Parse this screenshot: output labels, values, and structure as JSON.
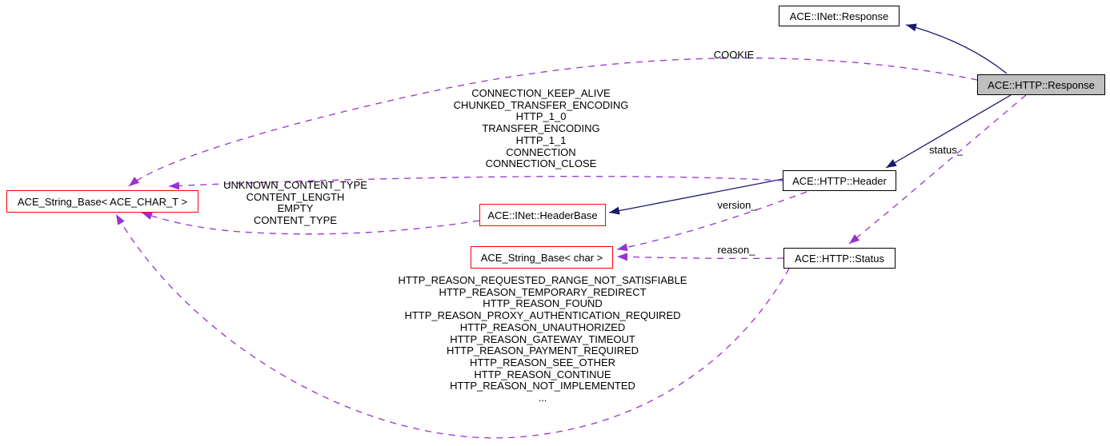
{
  "diagram_type": "collaboration-graph",
  "colors": {
    "inheritance_edge": "#191970",
    "usage_edge": "#9a32cd",
    "node_border": "#000000",
    "truncated_node_border": "#ff0000",
    "current_node_fill": "#bfbfbf",
    "background": "#ffffff"
  },
  "nodes": {
    "inet_response": {
      "label": "ACE::INet::Response"
    },
    "http_response": {
      "label": "ACE::HTTP::Response"
    },
    "http_header": {
      "label": "ACE::HTTP::Header"
    },
    "inet_headerbase": {
      "label": "ACE::INet::HeaderBase"
    },
    "string_base_char": {
      "label": "ACE_String_Base< char >"
    },
    "http_status": {
      "label": "ACE::HTTP::Status"
    },
    "string_base_ace_char_t": {
      "label": "ACE_String_Base< ACE_CHAR_T >"
    }
  },
  "edge_labels": {
    "cookie": [
      "COOKIE"
    ],
    "header_flags": [
      "CONNECTION_KEEP_ALIVE",
      "CHUNKED_TRANSFER_ENCODING",
      "HTTP_1_0",
      "TRANSFER_ENCODING",
      "HTTP_1_1",
      "CONNECTION",
      "CONNECTION_CLOSE"
    ],
    "headerbase_consts": [
      "UNKNOWN_CONTENT_TYPE",
      "CONTENT_LENGTH",
      "EMPTY",
      "CONTENT_TYPE"
    ],
    "status_reasons": [
      "HTTP_REASON_REQUESTED_RANGE_NOT_SATISFIABLE",
      "HTTP_REASON_TEMPORARY_REDIRECT",
      "HTTP_REASON_FOUND",
      "HTTP_REASON_PROXY_AUTHENTICATION_REQUIRED",
      "HTTP_REASON_UNAUTHORIZED",
      "HTTP_REASON_GATEWAY_TIMEOUT",
      "HTTP_REASON_PAYMENT_REQUIRED",
      "HTTP_REASON_SEE_OTHER",
      "HTTP_REASON_CONTINUE",
      "HTTP_REASON_NOT_IMPLEMENTED",
      "..."
    ],
    "status_member": "status_",
    "version_member": "version_",
    "reason_member": "reason_"
  }
}
